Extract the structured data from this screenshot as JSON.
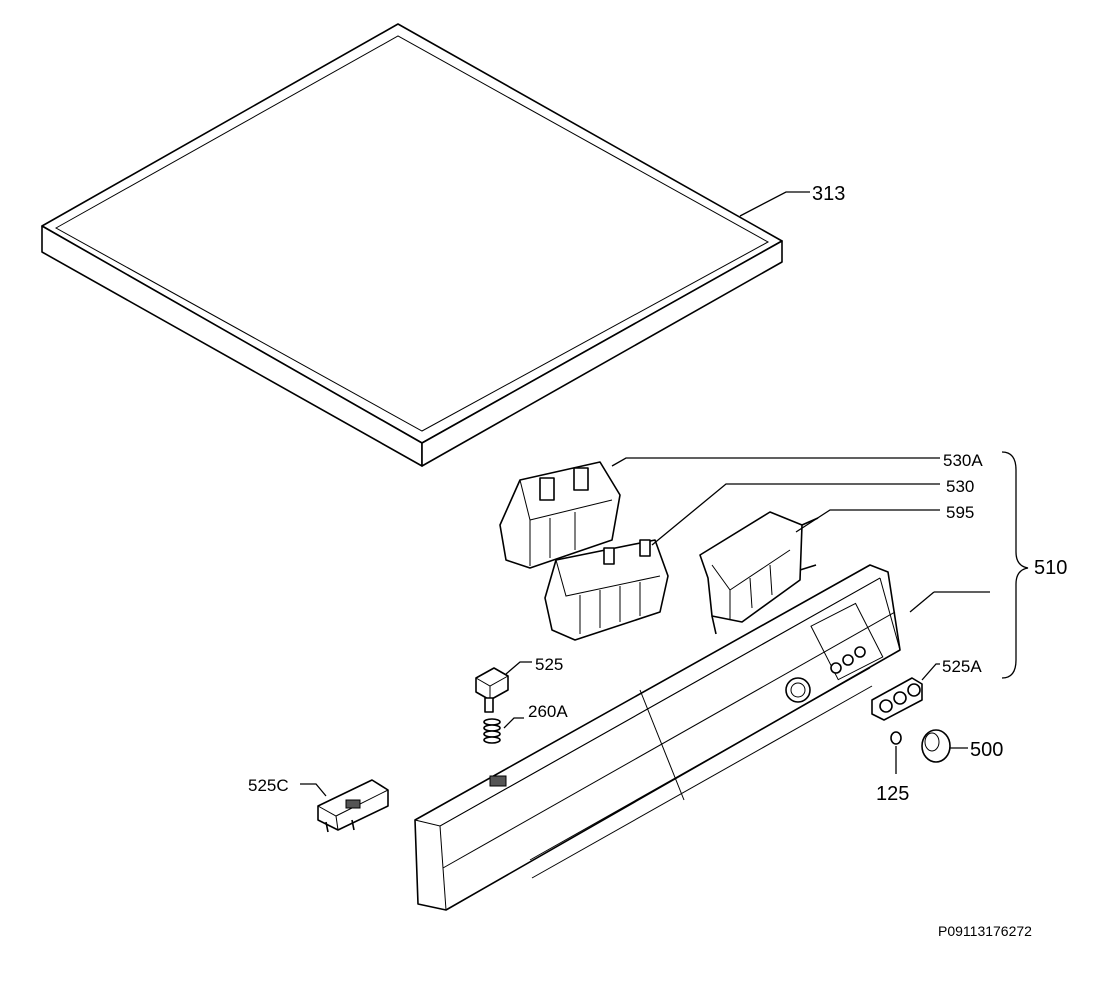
{
  "diagram": {
    "drawing_id": "P09113176272",
    "callouts": {
      "lid": "313",
      "bracket_530A": "530A",
      "bracket_530": "530",
      "bracket_595": "595",
      "panel_group": "510",
      "button_525": "525",
      "spring_260A": "260A",
      "buttons_525A": "525A",
      "knob_500": "500",
      "spring_125": "125",
      "drawer_525C": "525C"
    }
  }
}
